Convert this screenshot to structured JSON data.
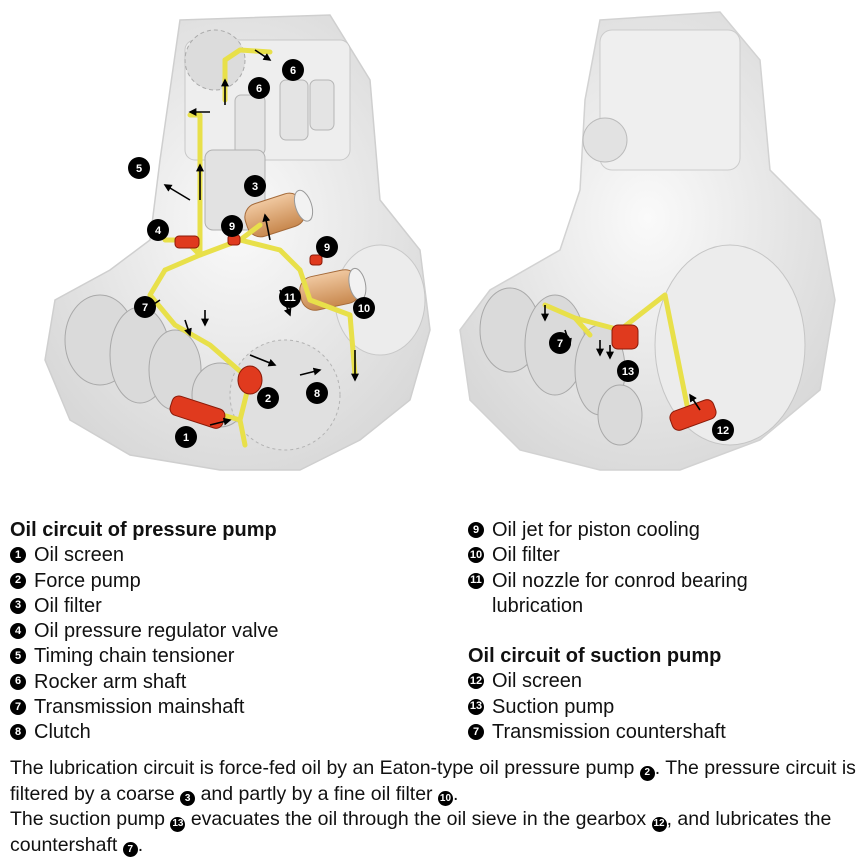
{
  "callouts_left": [
    "1",
    "2",
    "3",
    "4",
    "5",
    "6",
    "6",
    "7",
    "8",
    "9",
    "9",
    "10",
    "11"
  ],
  "callouts_right": [
    "7",
    "12",
    "13"
  ],
  "legend_left": {
    "heading": "Oil circuit of pressure pump",
    "items": [
      {
        "num": "1",
        "label": "Oil screen"
      },
      {
        "num": "2",
        "label": "Force pump"
      },
      {
        "num": "3",
        "label": "Oil filter"
      },
      {
        "num": "4",
        "label": "Oil pressure regulator valve"
      },
      {
        "num": "5",
        "label": "Timing chain tensioner"
      },
      {
        "num": "6",
        "label": "Rocker arm shaft"
      },
      {
        "num": "7",
        "label": "Transmission mainshaft"
      },
      {
        "num": "8",
        "label": "Clutch"
      }
    ]
  },
  "legend_right": {
    "items": [
      {
        "num": "9",
        "label": "Oil jet for piston cooling"
      },
      {
        "num": "10",
        "label": "Oil filter"
      },
      {
        "num": "11",
        "label": "Oil nozzle for conrod bearing lubrication"
      }
    ],
    "heading2": "Oil circuit of suction pump",
    "items2": [
      {
        "num": "12",
        "label": "Oil screen"
      },
      {
        "num": "13",
        "label": "Suction pump"
      },
      {
        "num": "7",
        "label": "Transmission countershaft"
      }
    ]
  },
  "description": {
    "p1_a": "The lubrication circuit is force-fed oil by an Eaton-type oil pressure pump ",
    "p1_n1": "2",
    "p1_b": ". The pressure circuit is filtered by a coarse ",
    "p1_n2": "3",
    "p1_c": " and partly by a fine oil filter ",
    "p1_n3": "10",
    "p1_d": ".",
    "p2_a": "The suction pump ",
    "p2_n1": "13",
    "p2_b": "  evacuates the oil through the oil sieve in the gearbox ",
    "p2_n2": "12",
    "p2_c": ", and lubricates the countershaft ",
    "p2_n3": "7",
    "p2_d": "."
  },
  "colors": {
    "oil_line": "#e8e04a",
    "component_red": "#e03a1e",
    "filter_tan": "#d9a070",
    "engine_gray": "#e6e6e6",
    "badge": "#000000"
  }
}
